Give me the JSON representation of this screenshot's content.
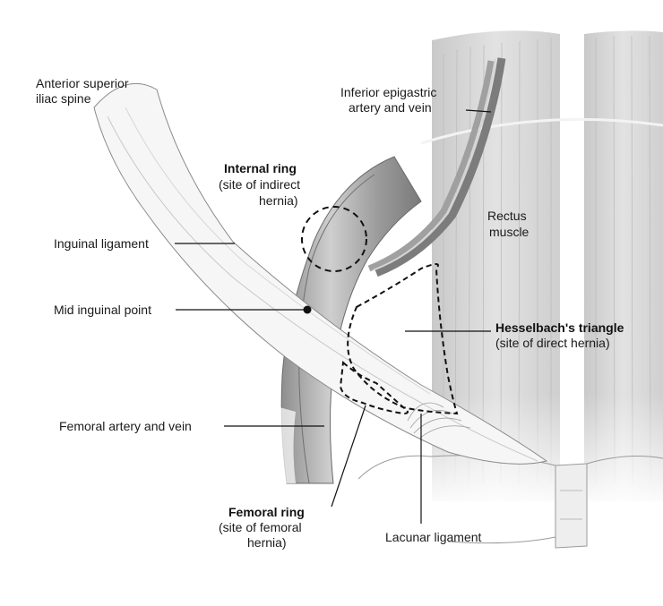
{
  "labels": {
    "asis_line1": "Anterior superior",
    "asis_line2": "iliac spine",
    "epigastric_line1": "Inferior epigastric",
    "epigastric_line2": "artery and vein",
    "internal_ring_title": "Internal ring",
    "internal_ring_line2": "(site of indirect",
    "internal_ring_line3": "hernia)",
    "rectus_line1": "Rectus",
    "rectus_line2": "muscle",
    "inguinal_ligament": "Inguinal ligament",
    "mid_inguinal_point": "Mid inguinal point",
    "hesselbach_title": "Hesselbach's triangle",
    "hesselbach_line2": "(site of direct hernia)",
    "femoral_vessels": "Femoral artery and vein",
    "femoral_ring_title": "Femoral ring",
    "femoral_ring_line2": "(site of femoral",
    "femoral_ring_line3": "hernia)",
    "lacunar_ligament": "Lacunar ligament"
  },
  "colors": {
    "background": "#ffffff",
    "muscle": "#d9d9d9",
    "vessel": "#b5b5b5",
    "vessel_dark": "#6e6e6e",
    "ligament": "#f4f4f4",
    "line": "#111111"
  }
}
